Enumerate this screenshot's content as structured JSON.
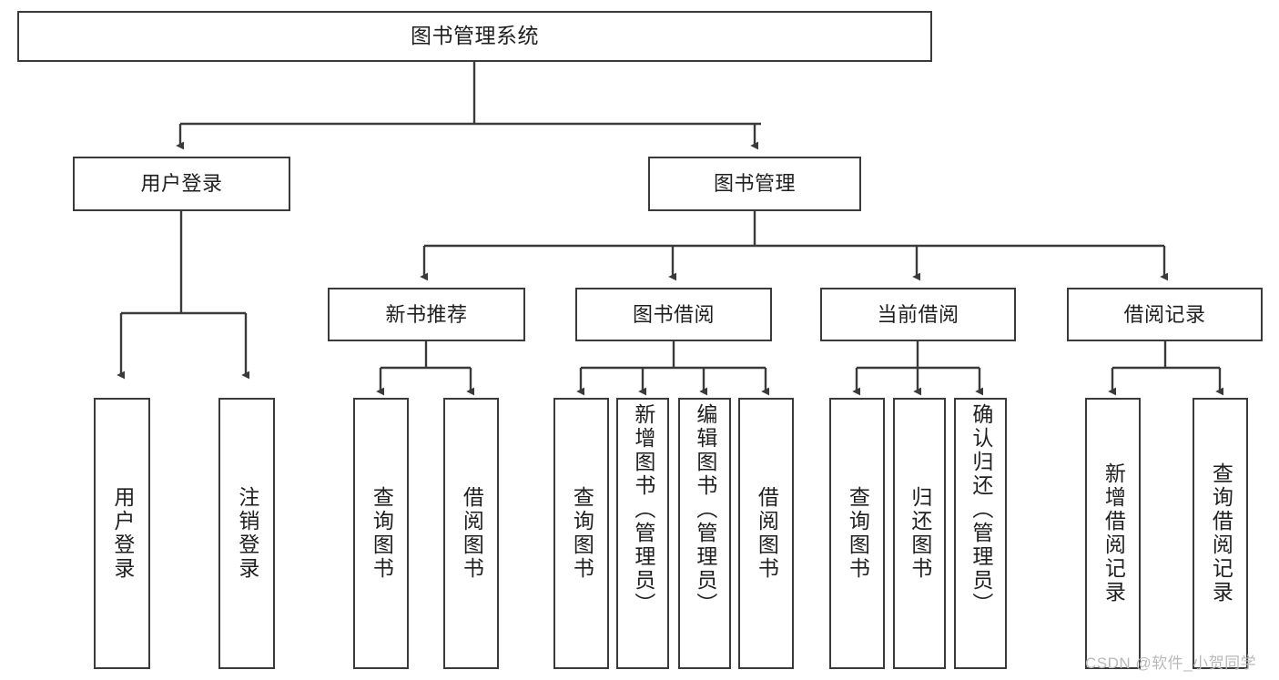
{
  "diagram": {
    "title": "图书管理系统",
    "type": "tree-hierarchy-chart",
    "stroke_color": "#3a3a3a",
    "fill_color": "#ffffff",
    "text_color": "#1f1f1f",
    "watermark": "CSDN @软件_小贺同学"
  },
  "nodes": {
    "root": {
      "label": "图书管理系统"
    },
    "level1": [
      {
        "label": "用户登录"
      },
      {
        "label": "图书管理"
      }
    ],
    "level2": [
      {
        "label": "新书推荐"
      },
      {
        "label": "图书借阅"
      },
      {
        "label": "当前借阅"
      },
      {
        "label": "借阅记录"
      }
    ],
    "leaves": {
      "user_login": [
        {
          "label": "用户登录"
        },
        {
          "label": "注销登录"
        }
      ],
      "new_book_recommend": [
        {
          "label": "查询图书"
        },
        {
          "label": "借阅图书"
        }
      ],
      "book_borrow": [
        {
          "label": "查询图书"
        },
        {
          "label": "新增图书（管理员）"
        },
        {
          "label": "编辑图书（管理员）"
        },
        {
          "label": "借阅图书"
        }
      ],
      "current_borrow": [
        {
          "label": "查询图书"
        },
        {
          "label": "归还图书"
        },
        {
          "label": "确认归还（管理员）"
        }
      ],
      "borrow_record": [
        {
          "label": "新增借阅记录"
        },
        {
          "label": "查询借阅记录"
        }
      ]
    }
  }
}
